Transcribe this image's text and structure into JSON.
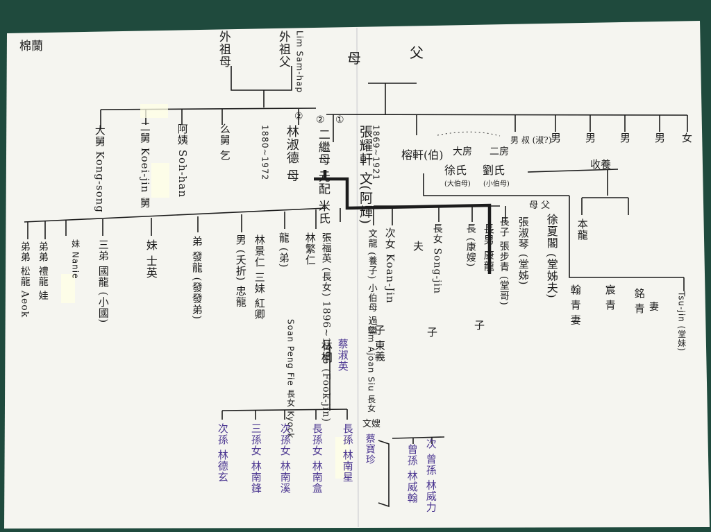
{
  "corner_label": "棉蘭",
  "root": {
    "mother": "母",
    "father": "父",
    "maternal_grandmother": "外祖母",
    "maternal_grandfather": "外祖父",
    "grandfather_romanized": "Lim Sam-hap"
  },
  "mid": {
    "great_uncle": "大舅 Kong-song",
    "second_uncle": "二舅 Koei-jin 舅",
    "aunt": "阿姨 Soh-han",
    "fourth_uncle": "么舅 乞",
    "lin_mother": "林淑德 母",
    "lin_mother_mark": "②",
    "lin_mother_years": "1880~1972",
    "wife2": "二繼母 元配 米氏",
    "wife2_mark": "②",
    "wife1_mark": "①",
    "zhang": "張耀軒 文(阿輝)",
    "zhang_year": "1869~1921",
    "brother_top": "榕軒(伯)",
    "big_wife": "大房",
    "second_wife": "二房",
    "xu": "徐氏",
    "xu_note": "(大伯母)",
    "liu": "劉氏",
    "liu_note": "(小伯母)",
    "uncle_kid": "男 叔 (淑?)",
    "sons": [
      "男",
      "男",
      "男",
      "男",
      "女"
    ],
    "adopt": "收養"
  },
  "bottom": {
    "a1": "弟弟 松龍 Aeok",
    "a2": "弟弟 禮龍 娃",
    "a3": "妹 Nanie",
    "a4": "三弟 國龍 (小國)",
    "a5": "妹 士英",
    "a6": "弟 發龍 (發發弟)",
    "a7": "男 (夭折) 忠龍",
    "a8": "林景仁 三妹 紅卿",
    "a9": "龍 (弟)",
    "a10": "林繁仁",
    "a11": "張福英 (長女) 1896~1996 (Fook-jin)",
    "a12": "文龍 (養子) 小伯母 過繼",
    "a13": "次女 Koan-Jin",
    "a14": "子 東義",
    "a15": "夫",
    "a16": "長女 Song-jin",
    "a17": "子",
    "a18": "長 (康嫂)",
    "a19": "長男 康龍",
    "a20": "長子 張步青 (堂哥)",
    "a21": "子",
    "a22": "張淑琴 (堂姊)",
    "a23": "徐夏閣 (堂姊夫)",
    "a24": "母 父",
    "a25": "本龍",
    "a26": "翰 青 妻",
    "a27": "宸 青",
    "a28": "銘 青",
    "a29": "妻",
    "a30": "Tsu-jin (堂妹)",
    "a31": "Soan Peng Fie 長女 Kyock",
    "a32": "林桐",
    "a33": "蔡淑英",
    "a34": "Lim Ajoan Siu 長女",
    "a35": "文嫂",
    "a36": "蔡寶珍"
  },
  "grandchildren": {
    "g1": "次孫 林德玄",
    "g2": "三孫女 林南鋒",
    "g3": "次孫女 林南溪",
    "g4": "長孫女 林南盒",
    "g5": "長孫 林南星",
    "g6": "曾孫 林威翰",
    "g7": "次 曾孫 林威力"
  }
}
